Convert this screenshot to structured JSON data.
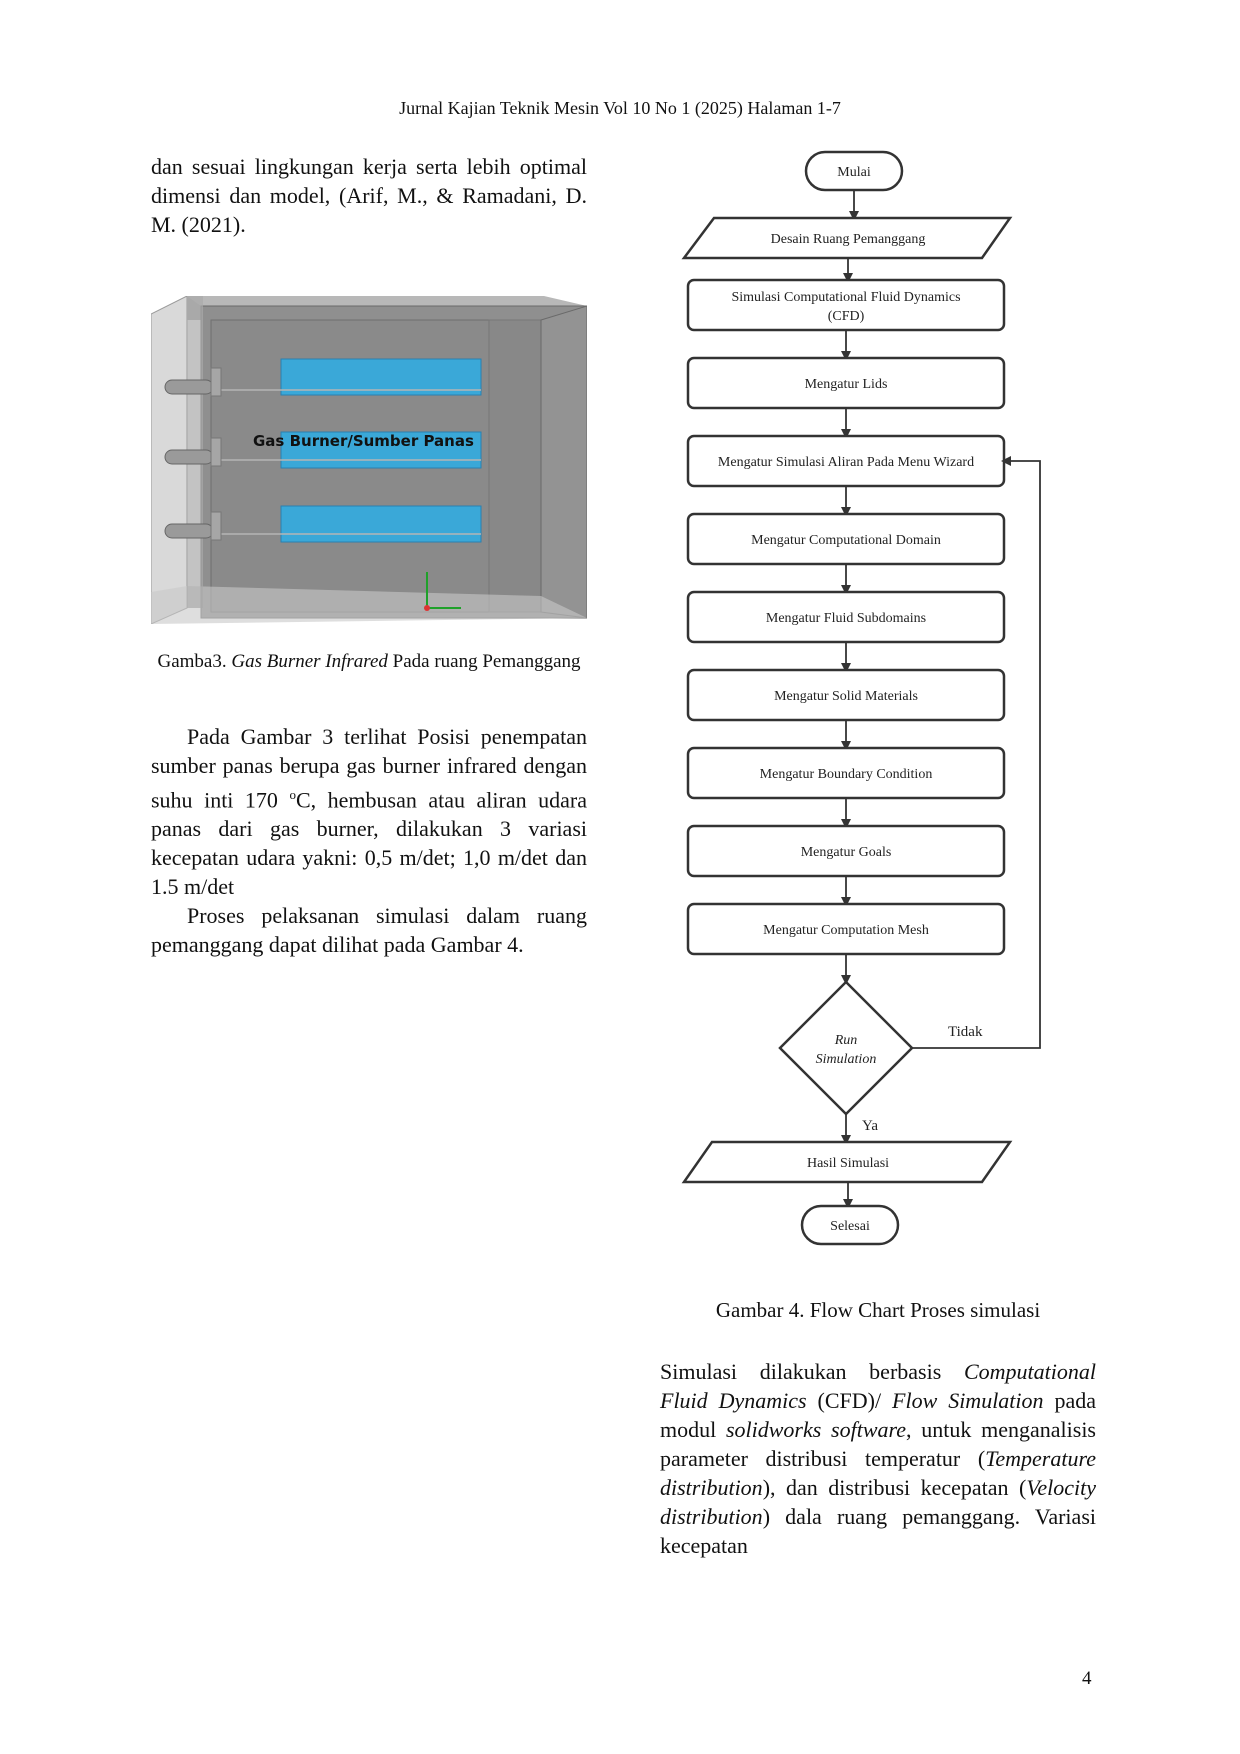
{
  "header": "Jurnal Kajian Teknik Mesin Vol  10  No 1 (2025) Halaman 1-7",
  "left": {
    "intro_text": "dan sesuai lingkungan kerja serta lebih optimal dimensi dan model, (Arif, M., & Ramadani, D. M. (2021).",
    "figure3": {
      "image_label": "Gas Burner/Sumber Panas",
      "caption_prefix": "Gamba3. ",
      "caption_italic": "Gas Burner Infrared",
      "caption_suffix": " Pada ruang Pemanggang"
    },
    "para1_a": "Pada Gambar 3 terlihat Posisi penempatan sumber panas berupa gas burner infrared dengan suhu inti 170 ",
    "para1_sup": "o",
    "para1_b": "C, hembusan atau aliran udara panas dari gas burner, dilakukan 3 variasi kecepatan udara yakni: 0,5 m/det; 1,0 m/det dan 1.5 m/det",
    "para2": "Proses pelaksanan simulasi dalam ruang pemanggang dapat dilihat pada Gambar 4."
  },
  "flowchart": {
    "start": "Mulai",
    "input": "Desain Ruang Pemanggang",
    "steps": [
      "Simulasi Computational Fluid Dynamics",
      "(CFD)",
      "Mengatur Lids",
      "Mengatur Simulasi Aliran Pada Menu Wizard",
      "Mengatur Computational Domain",
      "Mengatur Fluid Subdomains",
      "Mengatur Solid Materials",
      "Mengatur Boundary Condition",
      "Mengatur Goals",
      "Mengatur Computation Mesh"
    ],
    "decision_line1": "Run",
    "decision_line2": "Simulation",
    "no_label": "Tidak",
    "yes_label": "Ya",
    "output": "Hasil Simulasi",
    "end": "Selesai",
    "caption": "Gambar 4. Flow Chart Proses simulasi"
  },
  "right": {
    "p_1": "Simulasi dilakukan berbasis ",
    "p_2": "Computational Fluid Dynamics",
    "p_3": " (CFD)/ ",
    "p_4": "Flow Simulation",
    "p_5": " pada modul ",
    "p_6": "solidworks software",
    "p_7": ",  untuk menganalisis parameter distribusi temperatur (",
    "p_8": "Temperature distribution",
    "p_9": "), dan distribusi kecepatan (",
    "p_10": "Velocity distribution",
    "p_11": ") dala ruang pemanggang. Variasi kecepatan"
  },
  "page_number": "4"
}
